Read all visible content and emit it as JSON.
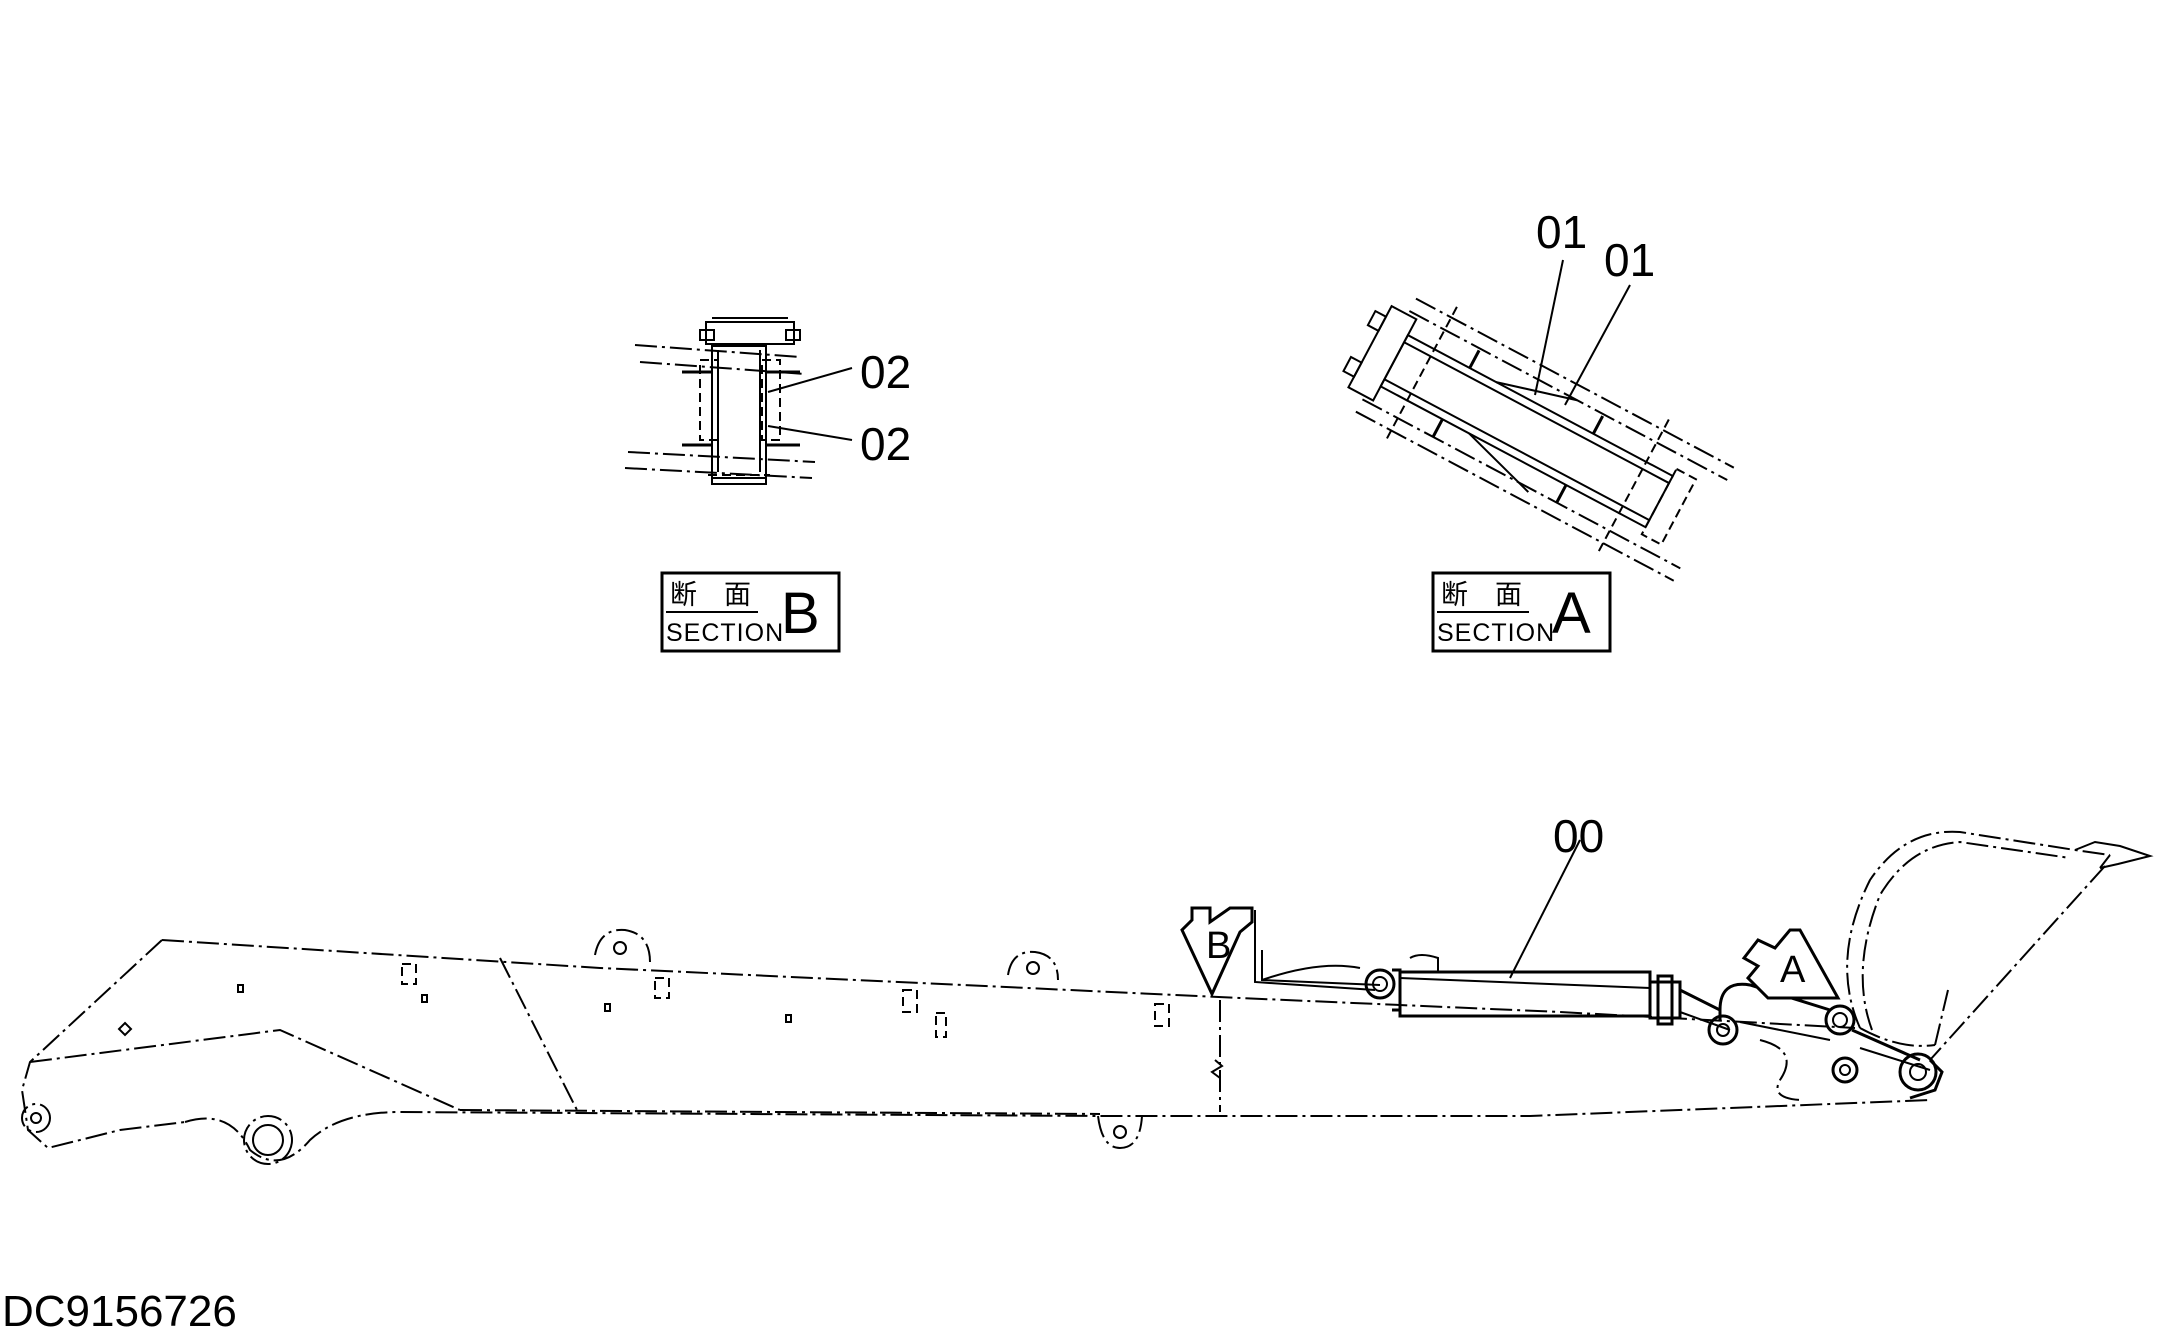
{
  "drawing": {
    "drawing_number": "DC9156726",
    "callouts": {
      "part_00": "00",
      "part_01_a": "01",
      "part_01_b": "01",
      "part_02_a": "02",
      "part_02_b": "02"
    },
    "section_a": {
      "kanji": "断　面",
      "word": "SECTION",
      "letter": "A"
    },
    "section_b": {
      "kanji": "断　面",
      "word": "SECTION",
      "letter": "B"
    },
    "view_markers": {
      "marker_a": "A",
      "marker_b": "B"
    }
  }
}
